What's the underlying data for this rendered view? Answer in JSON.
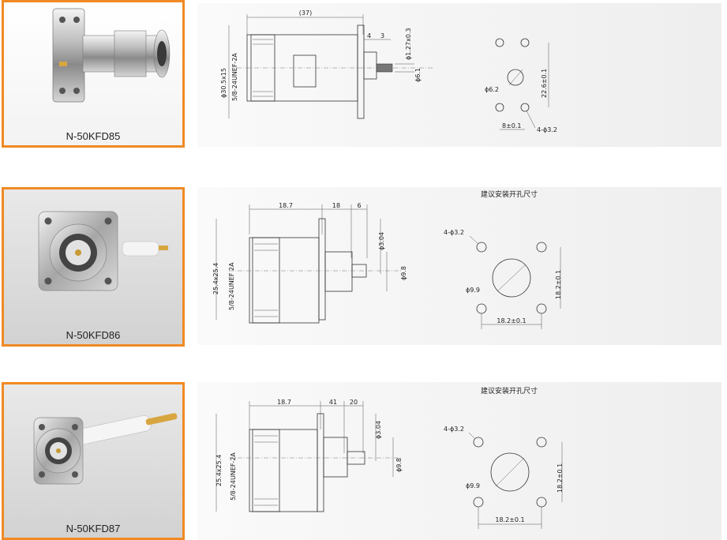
{
  "products": [
    {
      "model": "N-50KFD85",
      "photo_style": "white",
      "dims": {
        "overall": "(37)",
        "flange_t": "4",
        "pin_len": "3",
        "diag_flange": "ϕ30.5x15",
        "thread": "5/8-24UNEF-2A",
        "pin_dia": "ϕ1.27x0.3",
        "pin_body": "ϕ6.1",
        "panel_hole": "ϕ6.2",
        "vert_spacing": "22.6±0.1",
        "horiz_spacing": "8±0.1",
        "mount_holes": "4-ϕ3.2"
      }
    },
    {
      "model": "N-50KFD86",
      "photo_style": "grey",
      "panel_title": "建议安装开孔尺寸",
      "dims": {
        "body_len": "18.7",
        "mid_len": "18",
        "tip_len": "6",
        "flange": "25.4x25.4",
        "thread": "5/8-24UNEF 2A",
        "pin_dia": "ϕ3.04",
        "pin_body": "ϕ9.8",
        "mount_holes": "4-ϕ3.2",
        "panel_hole": "ϕ9.9",
        "vert_spacing": "18.2±0.1",
        "horiz_spacing": "18.2±0.1"
      }
    },
    {
      "model": "N-50KFD87",
      "photo_style": "grey",
      "panel_title": "建议安装开孔尺寸",
      "dims": {
        "body_len": "18.7",
        "mid_len": "41",
        "tip_len": "20",
        "flange": "25.4x25.4",
        "thread": "5/8-24UNEF-2A",
        "pin_dia": "ϕ3.04",
        "pin_body": "ϕ9.8",
        "mount_holes": "4-ϕ3.2",
        "panel_hole": "ϕ9.9",
        "vert_spacing": "18.2±0.1",
        "horiz_spacing": "18.2±0.1"
      }
    }
  ]
}
